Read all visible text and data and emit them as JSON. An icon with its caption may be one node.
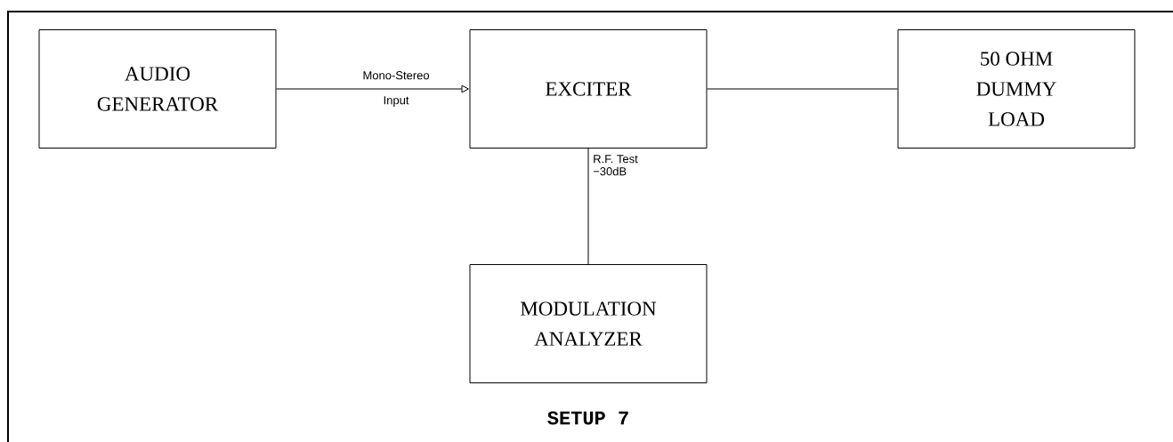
{
  "diagram": {
    "title": "SETUP 7",
    "nodes": [
      {
        "text": [
          "AUDIO GENERATOR"
        ]
      },
      {
        "text": [
          "EXCITER"
        ]
      },
      {
        "text": [
          "50 OHM DUMMY LOAD"
        ]
      },
      {
        "text": [
          "MODULATION ANALYZER"
        ]
      }
    ],
    "edges": [
      {
        "from": 0,
        "to": 1,
        "arrow": "to",
        "label": "Mono-Stereo Input"
      },
      {
        "from": 1,
        "to": 2,
        "arrow": "none"
      },
      {
        "from": 1,
        "to": 3,
        "arrow": "none",
        "label": "R.F. Test −30dB"
      }
    ]
  }
}
